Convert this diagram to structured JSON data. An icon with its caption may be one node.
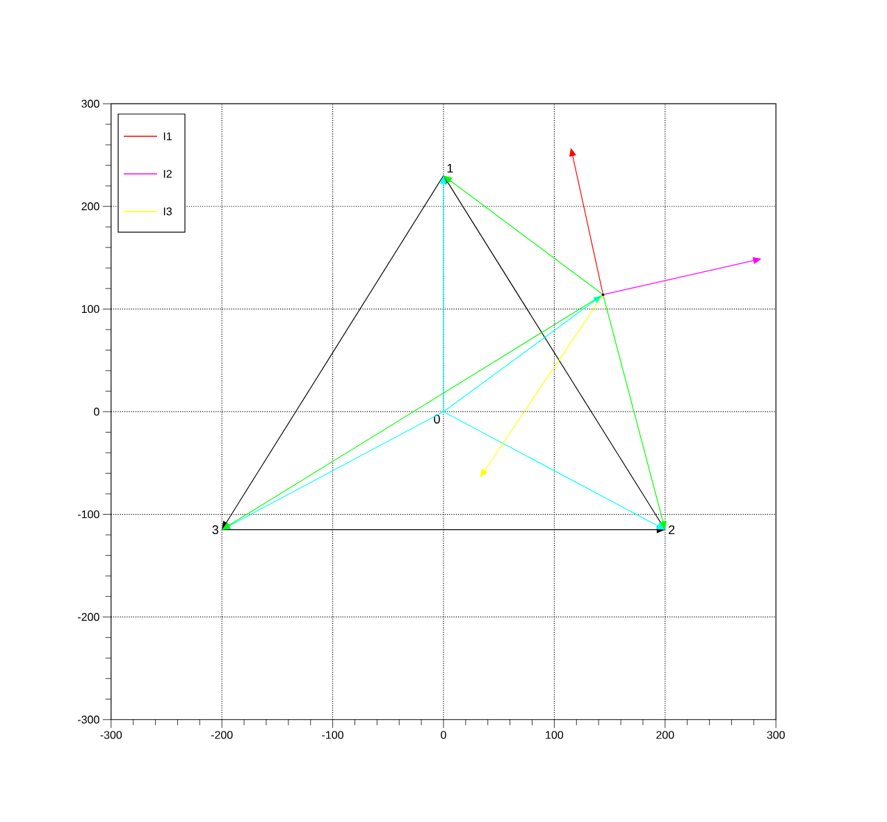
{
  "diagram": {
    "nodes": [
      {
        "text": [
          "0"
        ]
      },
      {
        "text": [
          "1"
        ]
      },
      {
        "text": [
          "2"
        ]
      },
      {
        "text": [
          "3"
        ]
      },
      {
        "text": [],
        "shape": "point"
      }
    ],
    "edges": [
      {
        "from": 3,
        "to": 2,
        "arrow": "to",
        "color": "#000000"
      },
      {
        "from": 2,
        "to": 1,
        "arrow": "to",
        "color": "#000000"
      },
      {
        "from": 1,
        "to": 3,
        "arrow": "to",
        "color": "#000000"
      },
      {
        "from": 0,
        "to": 1,
        "arrow": "to",
        "color": "#00ffff"
      },
      {
        "from": 0,
        "to": 2,
        "arrow": "to",
        "color": "#00ffff"
      },
      {
        "from": 0,
        "to": 3,
        "arrow": "to",
        "color": "#00ffff"
      },
      {
        "from": 0,
        "to": 4,
        "arrow": "to",
        "color": "#00ffff"
      },
      {
        "from": 4,
        "to": 1,
        "arrow": "to",
        "color": "#00ff00"
      },
      {
        "from": 4,
        "to": 2,
        "arrow": "to",
        "color": "#00ff00"
      },
      {
        "from": 4,
        "to": 3,
        "arrow": "to",
        "color": "#00ff00"
      },
      {
        "from": 4,
        "to": null,
        "arrow": "to",
        "color": "#ff0000"
      },
      {
        "from": 4,
        "to": null,
        "arrow": "to",
        "color": "#ff00ff"
      },
      {
        "from": 4,
        "to": null,
        "arrow": "to",
        "color": "#ffff00"
      }
    ],
    "labels": [
      "300",
      "200",
      "100",
      "0",
      "-100",
      "-200",
      "-300",
      "-300",
      "-200",
      "-100",
      "0",
      "100",
      "200",
      "300"
    ],
    "legend": [
      {
        "text": "I1"
      },
      {
        "text": "I2"
      },
      {
        "text": "I3"
      }
    ]
  }
}
